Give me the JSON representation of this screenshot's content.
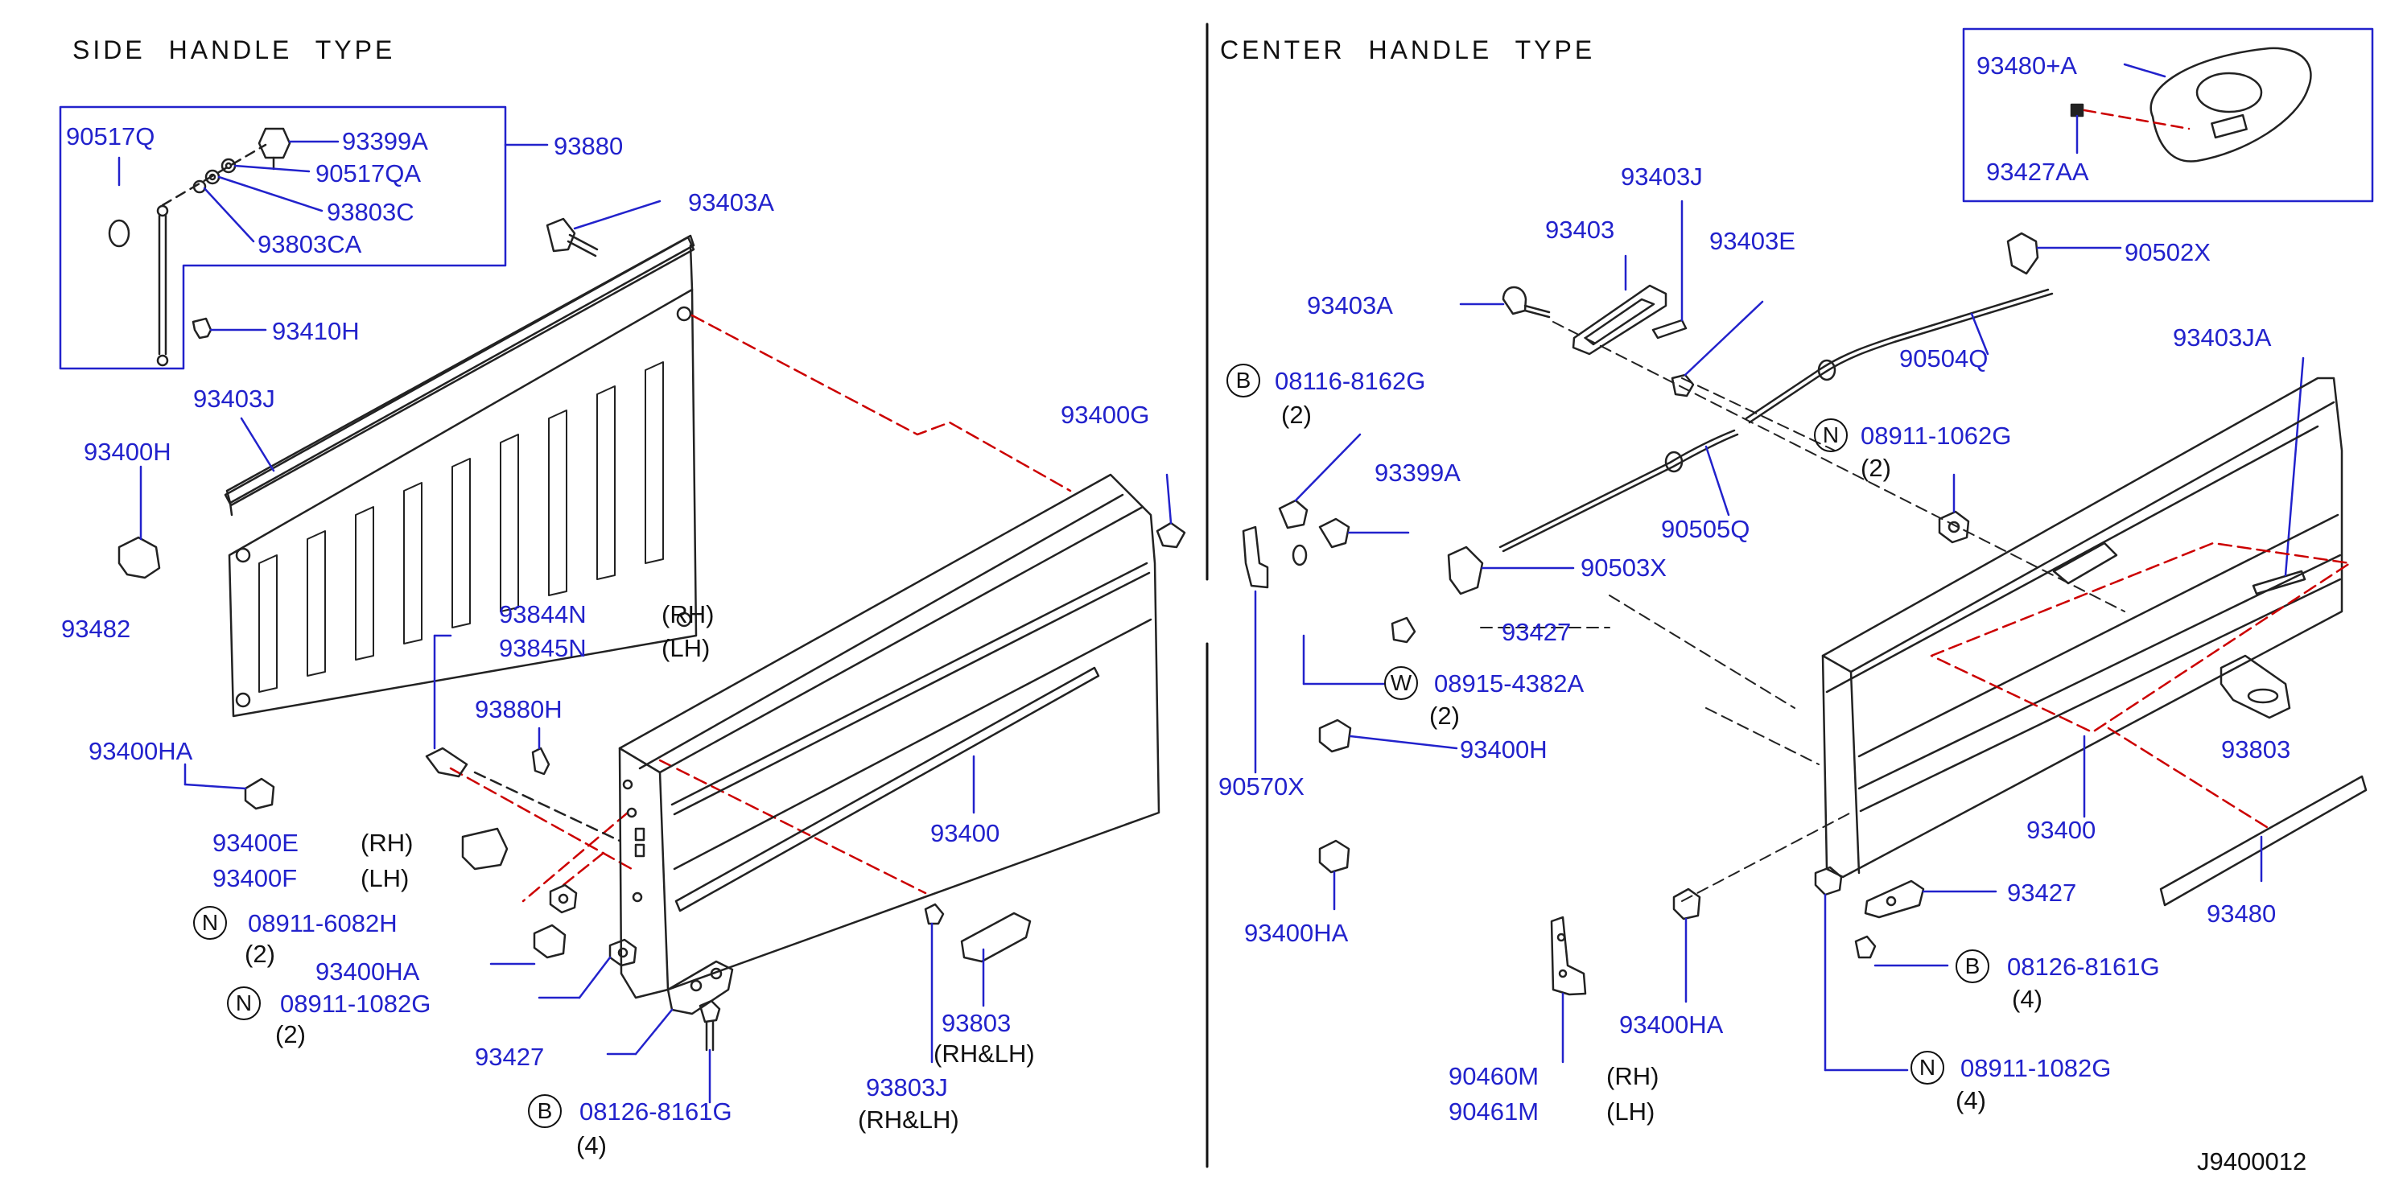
{
  "headers": {
    "side": "SIDE   HANDLE   TYPE",
    "center": "CENTER   HANDLE   TYPE"
  },
  "diagram_id": "J9400012",
  "colors": {
    "part_number": "#2222cc",
    "text": "#111111",
    "hidden_line": "#cc0000"
  },
  "side": {
    "p90517Q": "90517Q",
    "p93399A": "93399A",
    "p90517QA": "90517QA",
    "p93803C": "93803C",
    "p93803CA": "93803CA",
    "p93880": "93880",
    "p93410H": "93410H",
    "p93403A": "93403A",
    "p93403J": "93403J",
    "p93400H": "93400H",
    "p93400G": "93400G",
    "p93482": "93482",
    "p93844N": "93844N",
    "rh_a": "(RH)",
    "p93845N": "93845N",
    "lh_a": "(LH)",
    "p93880H": "93880H",
    "p93400HA_a": "93400HA",
    "p93400": "93400",
    "p93400E": "93400E",
    "rh_b": "(RH)",
    "p93400F": "93400F",
    "lh_b": "(LH)",
    "n1_sym": "N",
    "p08911_6082H": "08911-6082H",
    "n1_qty": "(2)",
    "p93400HA_b": "93400HA",
    "n2_sym": "N",
    "p08911_1082G": "08911-1082G",
    "n2_qty": "(2)",
    "p93427": "93427",
    "p93803": "93803",
    "rhlh_a": "(RH&LH)",
    "p93803J": "93803J",
    "rhlh_b": "(RH&LH)",
    "b_sym": "B",
    "p08126_8161G": "08126-8161G",
    "b_qty": "(4)"
  },
  "center": {
    "p93480A": "93480+A",
    "p93427AA": "93427AA",
    "p93403J": "93403J",
    "p93403": "93403",
    "p93403E": "93403E",
    "p90502X": "90502X",
    "p93403A": "93403A",
    "b_sym": "B",
    "p08116_8162G": "08116-8162G",
    "b_qty": "(2)",
    "p90504Q": "90504Q",
    "p93403JA": "93403JA",
    "n_sym": "N",
    "p08911_1062G": "08911-1062G",
    "n_qty": "(2)",
    "p93399A": "93399A",
    "p90505Q": "90505Q",
    "p90503X": "90503X",
    "p93427": "93427",
    "w_sym": "W",
    "p08915_4382A": "08915-4382A",
    "w_qty": "(2)",
    "p93400H": "93400H",
    "p90570X": "90570X",
    "p93803": "93803",
    "p93400": "93400",
    "p93400HA_a": "93400HA",
    "p93427_b": "93427",
    "b2_sym": "B",
    "p08126_8161G": "08126-8161G",
    "b2_qty": "(4)",
    "p93480": "93480",
    "p93400HA_b": "93400HA",
    "p90460M": "90460M",
    "rh": "(RH)",
    "p90461M": "90461M",
    "lh": "(LH)",
    "n2_sym": "N",
    "p08911_1082G": "08911-1082G",
    "n2_qty": "(4)"
  }
}
